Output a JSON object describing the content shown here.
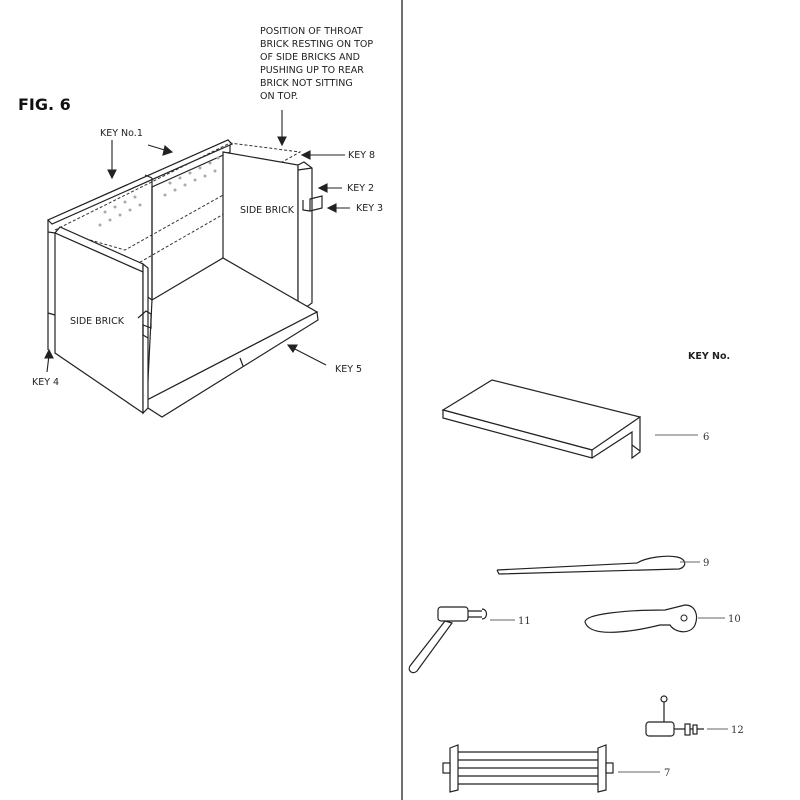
{
  "figure": {
    "title": "FIG. 6",
    "note": [
      "POSITION OF THROAT",
      "BRICK RESTING ON TOP",
      "OF SIDE BRICKS AND",
      "PUSHING UP TO REAR",
      "BRICK NOT SITTING",
      "ON TOP."
    ],
    "labels": {
      "key1": "KEY No.1",
      "key8": "KEY 8",
      "key2": "KEY 2",
      "key3": "KEY 3",
      "key4": "KEY 4",
      "key5": "KEY 5",
      "side_brick_left": "SIDE BRICK",
      "side_brick_right": "SIDE BRICK"
    }
  },
  "parts": {
    "heading": "KEY No.",
    "items": {
      "tray": "6",
      "poker": "9",
      "handle": "11",
      "spanner": "10",
      "bolt": "12",
      "grate": "7"
    }
  }
}
